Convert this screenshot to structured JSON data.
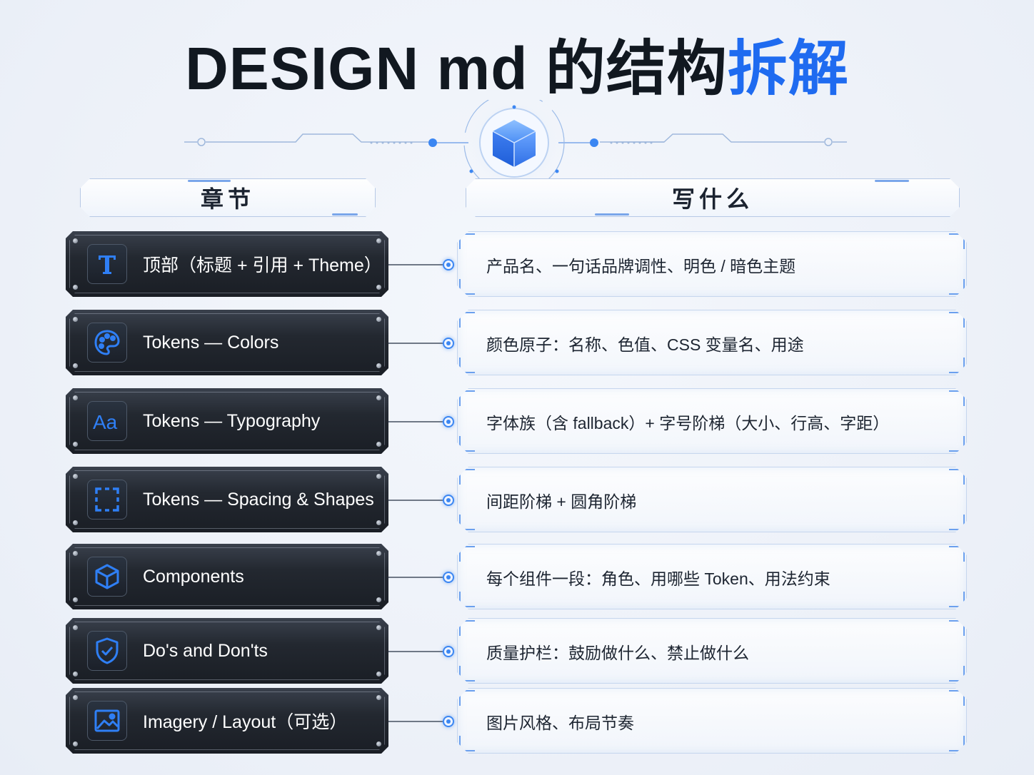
{
  "title": {
    "main": "DESIGN md 的结构",
    "accent": "拆解"
  },
  "headers": {
    "left": "章节",
    "right": "写什么"
  },
  "colors": {
    "accent": "#1f6bf0",
    "chip_bg": "#1e232b",
    "icon_blue": "#2f7ff5"
  },
  "rows": [
    {
      "icon": "type-t-icon",
      "section": "顶部（标题 + 引用 + Theme）",
      "desc": "产品名、一句话品牌调性、明色 / 暗色主题"
    },
    {
      "icon": "palette-icon",
      "section": "Tokens — Colors",
      "desc": "颜色原子：名称、色值、CSS 变量名、用途"
    },
    {
      "icon": "typography-aa-icon",
      "section": "Tokens — Typography",
      "desc": "字体族（含 fallback）+ 字号阶梯（大小、行高、字距）"
    },
    {
      "icon": "dashed-square-icon",
      "section": "Tokens — Spacing & Shapes",
      "desc": "间距阶梯 + 圆角阶梯"
    },
    {
      "icon": "cube-icon",
      "section": "Components",
      "desc": "每个组件一段：角色、用哪些 Token、用法约束"
    },
    {
      "icon": "shield-check-icon",
      "section": "Do's and Don'ts",
      "desc": "质量护栏：鼓励做什么、禁止做什么"
    },
    {
      "icon": "image-icon",
      "section": "Imagery / Layout（可选）",
      "desc": "图片风格、布局节奏"
    }
  ]
}
